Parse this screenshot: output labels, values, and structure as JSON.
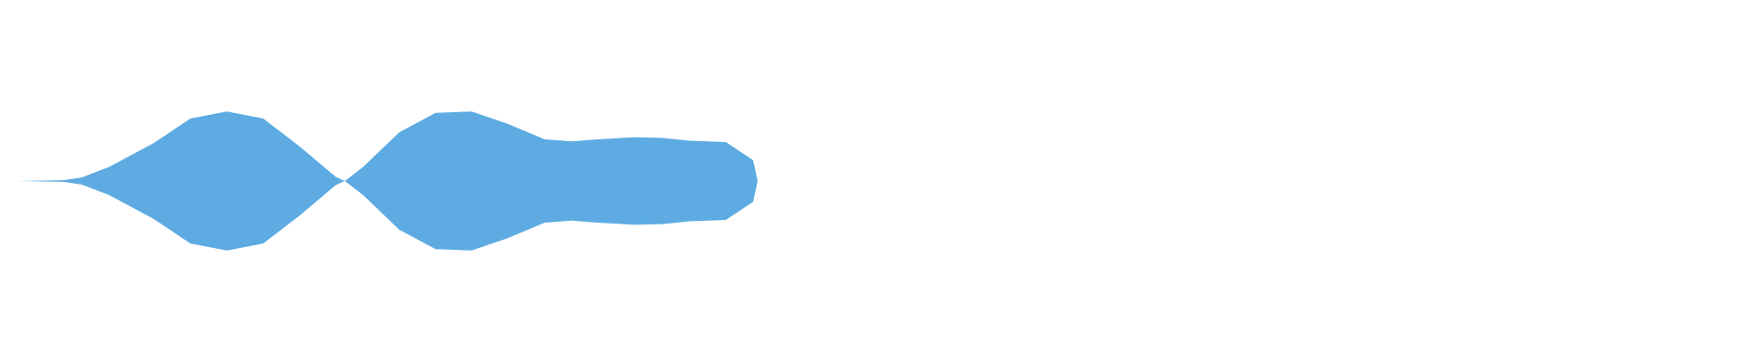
{
  "colors": {
    "background": "#ffffff",
    "waveform": "#5DABE2"
  },
  "waveform": {
    "envelope": [
      [
        0.0,
        0.0
      ],
      [
        0.00612,
        0.011
      ],
      [
        0.00858,
        0.05
      ],
      [
        0.01227,
        0.2
      ],
      [
        0.0184,
        0.55
      ],
      [
        0.02331,
        0.9
      ],
      [
        0.02822,
        1.0
      ],
      [
        0.03313,
        0.9
      ],
      [
        0.03804,
        0.5
      ],
      [
        0.04294,
        0.06
      ],
      [
        0.04417,
        0.0
      ],
      [
        0.04663,
        0.2
      ],
      [
        0.05153,
        0.7
      ],
      [
        0.05644,
        0.98
      ],
      [
        0.06135,
        1.0
      ],
      [
        0.06626,
        0.82
      ],
      [
        0.07117,
        0.6
      ],
      [
        0.07485,
        0.57
      ],
      [
        0.07853,
        0.6
      ],
      [
        0.08344,
        0.63
      ],
      [
        0.08712,
        0.62
      ],
      [
        0.0908,
        0.58
      ],
      [
        0.09571,
        0.56
      ],
      [
        0.09939,
        0.3
      ],
      [
        0.1,
        0.0
      ]
    ],
    "max_abs_amplitude": 0.48
  }
}
